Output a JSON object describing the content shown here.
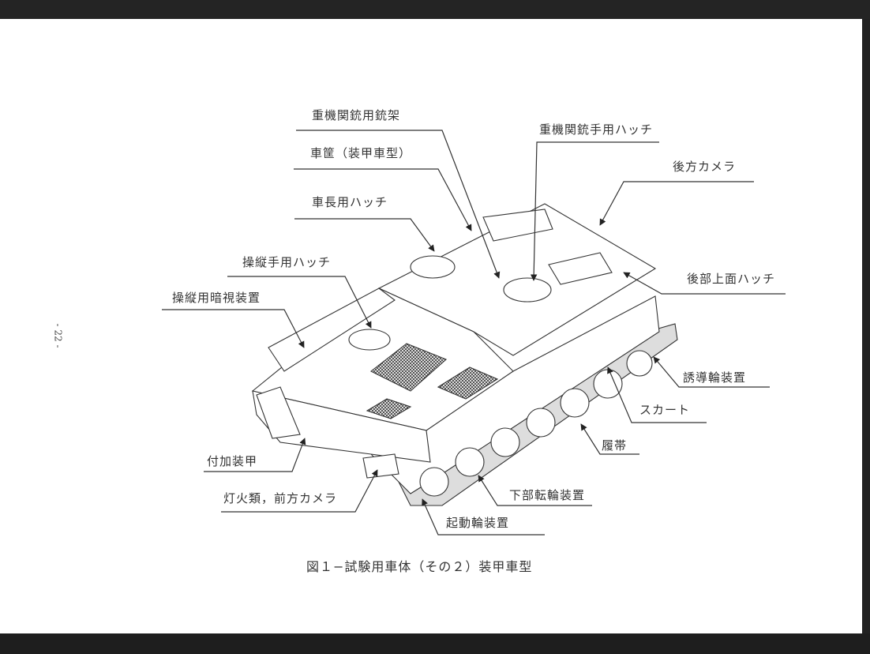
{
  "page_number": "- 22 -",
  "caption": "図１−試験用車体（その２）装甲車型",
  "labels": {
    "hmg_mount": "重機関銃用銃架",
    "hull": "車筐（装甲車型）",
    "commander_hatch": "車長用ハッチ",
    "driver_hatch": "操縦手用ハッチ",
    "driver_night_vision": "操縦用暗視装置",
    "hmg_gunner_hatch": "重機関銃手用ハッチ",
    "rear_camera": "後方カメラ",
    "rear_top_hatch": "後部上面ハッチ",
    "idler_wheel": "誘導輪装置",
    "skirt": "スカート",
    "track": "履帯",
    "add_on_armor": "付加装甲",
    "lights_front_camera": "灯火類，前方カメラ",
    "road_wheels": "下部転輪装置",
    "sprocket": "起動輪装置"
  }
}
